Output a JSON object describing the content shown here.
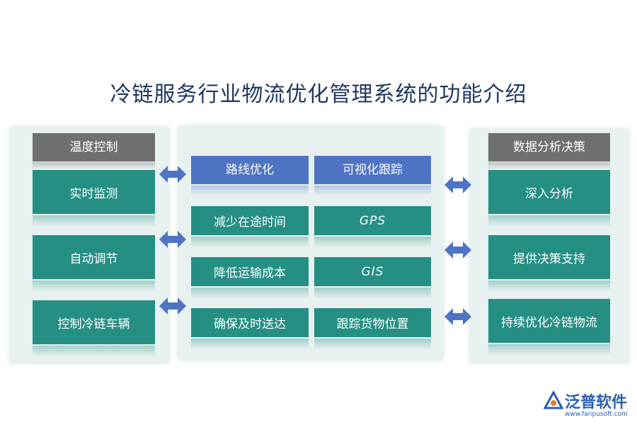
{
  "title": "冷链服务行业物流优化管理系统的功能介绍",
  "left": {
    "header": "温度控制",
    "items": [
      "实时监测",
      "自动调节",
      "控制冷链车辆"
    ]
  },
  "middle": {
    "col1_header": "路线优化",
    "col2_header": "可视化跟踪",
    "col1_items": [
      "减少在途时间",
      "降低运输成本",
      "确保及时送达"
    ],
    "col2_items": [
      "GPS",
      "GIS",
      "跟踪货物位置"
    ]
  },
  "right": {
    "header": "数据分析决策",
    "items": [
      "深入分析",
      "提供决策支持",
      "持续优化冷链物流"
    ]
  },
  "logo": {
    "name": "泛普软件",
    "url": "www.fanpusoft.com"
  },
  "colors": {
    "title": "#1f3760",
    "card": "#258f84",
    "header_gray": "#6f6f6f",
    "header_blue": "#4f74c4",
    "arrow": "#4f74c4",
    "panel": "#e7f1ef"
  }
}
